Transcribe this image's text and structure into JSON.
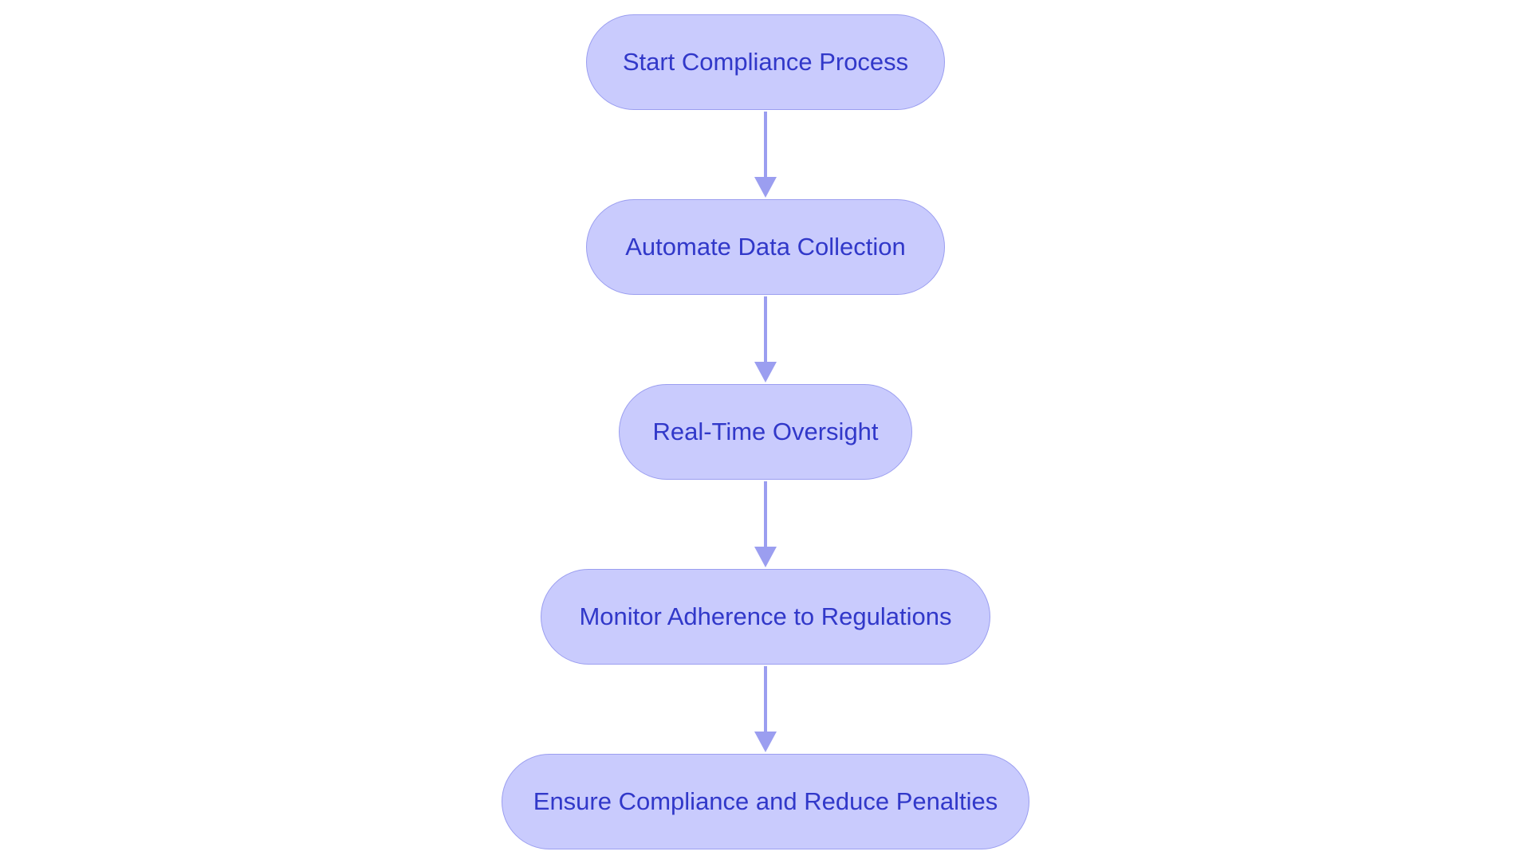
{
  "diagram": {
    "type": "flowchart",
    "direction": "top-to-bottom",
    "colors": {
      "node_fill": "#c9cbfd",
      "node_border": "#9b9ef0",
      "node_text": "#3138c9",
      "edge": "#9b9ef0",
      "background": "#ffffff"
    },
    "nodes": [
      {
        "id": "n1",
        "label": "Start Compliance Process"
      },
      {
        "id": "n2",
        "label": "Automate Data Collection"
      },
      {
        "id": "n3",
        "label": "Real-Time Oversight"
      },
      {
        "id": "n4",
        "label": "Monitor Adherence to Regulations"
      },
      {
        "id": "n5",
        "label": "Ensure Compliance and Reduce Penalties"
      }
    ],
    "edges": [
      {
        "from": "n1",
        "to": "n2"
      },
      {
        "from": "n2",
        "to": "n3"
      },
      {
        "from": "n3",
        "to": "n4"
      },
      {
        "from": "n4",
        "to": "n5"
      }
    ]
  }
}
